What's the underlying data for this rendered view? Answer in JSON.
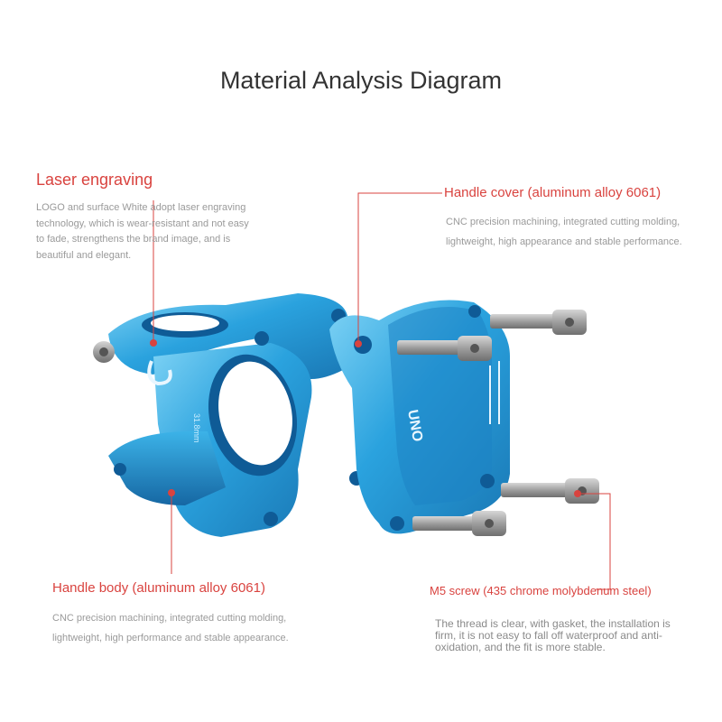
{
  "title": "Material Analysis Diagram",
  "callouts": {
    "laser": {
      "heading": "Laser engraving",
      "description": "LOGO and surface White adopt laser engraving technology, which is wear-resistant and not easy to fade, strengthens the brand image, and is beautiful and elegant."
    },
    "cover": {
      "heading": "Handle cover (aluminum alloy 6061)",
      "description": "CNC precision machining, integrated cutting molding, lightweight, high appearance and stable performance."
    },
    "body": {
      "heading": "Handle body (aluminum alloy 6061)",
      "description": "CNC precision machining, integrated cutting molding, lightweight, high performance and stable appearance."
    },
    "screw": {
      "heading": "M5 screw (435 chrome molybdenum steel)",
      "description": "The thread is clear, with gasket, the installation is firm, it is not easy to fall off waterproof and anti-oxidation, and the fit is more stable."
    }
  },
  "product": {
    "engraved_spec": "31.8mm",
    "cover_brand": "UNO",
    "colors": {
      "accent": "#d9433f",
      "anodized_blue": "#2aa2de",
      "steel": "#a9a9a9"
    }
  }
}
